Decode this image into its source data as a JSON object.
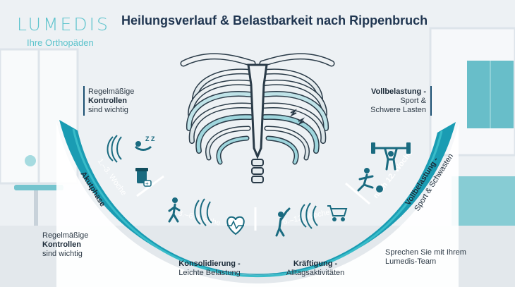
{
  "brand": {
    "logo": "LUMEDIS",
    "tagline": "Ihre Orthopäden"
  },
  "title": "Heilungsverlauf & Belastbarkeit nach Rippenbruch",
  "notes": {
    "top_left": {
      "line1": "Regelmäßige",
      "line2": "Kontrollen",
      "line3": "sind wichtig"
    },
    "bottom_left": {
      "line1": "Regelmäßige",
      "line2": "Kontrollen",
      "line3": "sind wichtig"
    },
    "top_right": {
      "line1": "Vollbelastung -",
      "line2": "Sport &",
      "line3": "Schwere Lasten"
    },
    "bottom_right": {
      "line1": "Sprechen Sie mit Ihrem",
      "line2": "Lumedis-Team"
    }
  },
  "phases": [
    {
      "weeks": "1.–3. Woche",
      "phase_name": "Akutphase",
      "phase_desc": ""
    },
    {
      "weeks": "3.–6. Woche",
      "phase_name": "Konsolidierung -",
      "phase_desc": "Leichte Belastung"
    },
    {
      "weeks": "6.–12. Woche",
      "phase_name": "Kräftigung -",
      "phase_desc": "Alltagsaktivitäten"
    },
    {
      "weeks": "nach 12. Woche",
      "phase_name": "Vollbelastung -",
      "phase_desc": "Sport & Schwasten"
    }
  ],
  "icons": {
    "sleep_zzz": "Z Z",
    "pill_label": "+",
    "fracture_mark": "Z Z"
  },
  "colors": {
    "brand": "#5cc3cc",
    "band_dark": "#1a9cb3",
    "band_light": "#2fb7c7",
    "panel": "#ffffff",
    "icon": "#1a6b80",
    "title": "#1f3550"
  }
}
